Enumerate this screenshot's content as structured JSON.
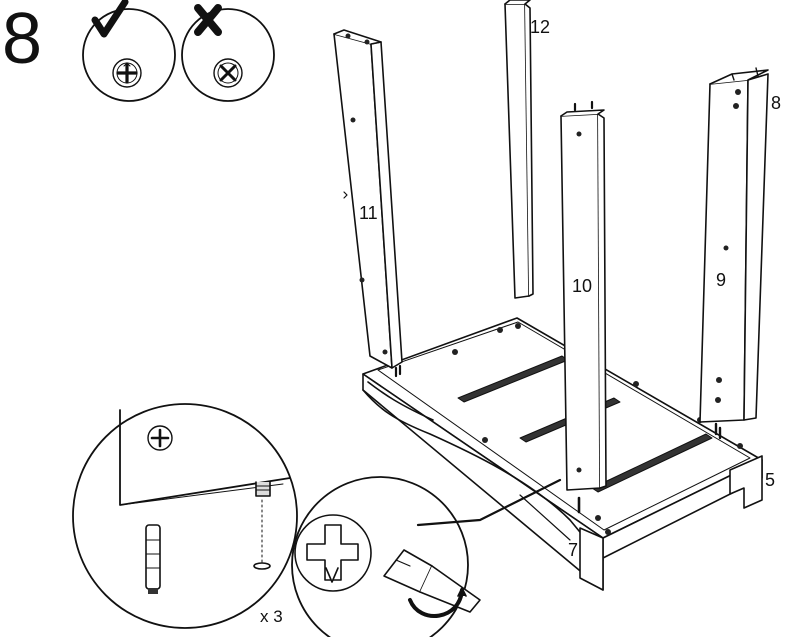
{
  "step": {
    "number": "8"
  },
  "status_marks": {
    "correct_icon": "check-mark",
    "incorrect_icon": "cross-mark"
  },
  "parts": {
    "label_12": "12",
    "label_11": "11",
    "label_10": "10",
    "label_9": "9",
    "label_8": "8",
    "label_7": "7",
    "label_5": "5"
  },
  "detail": {
    "quantity": "x 3"
  },
  "colors": {
    "line": "#111111",
    "fill": "#ffffff",
    "shade": "#d9d9d9",
    "dark": "#222222"
  }
}
